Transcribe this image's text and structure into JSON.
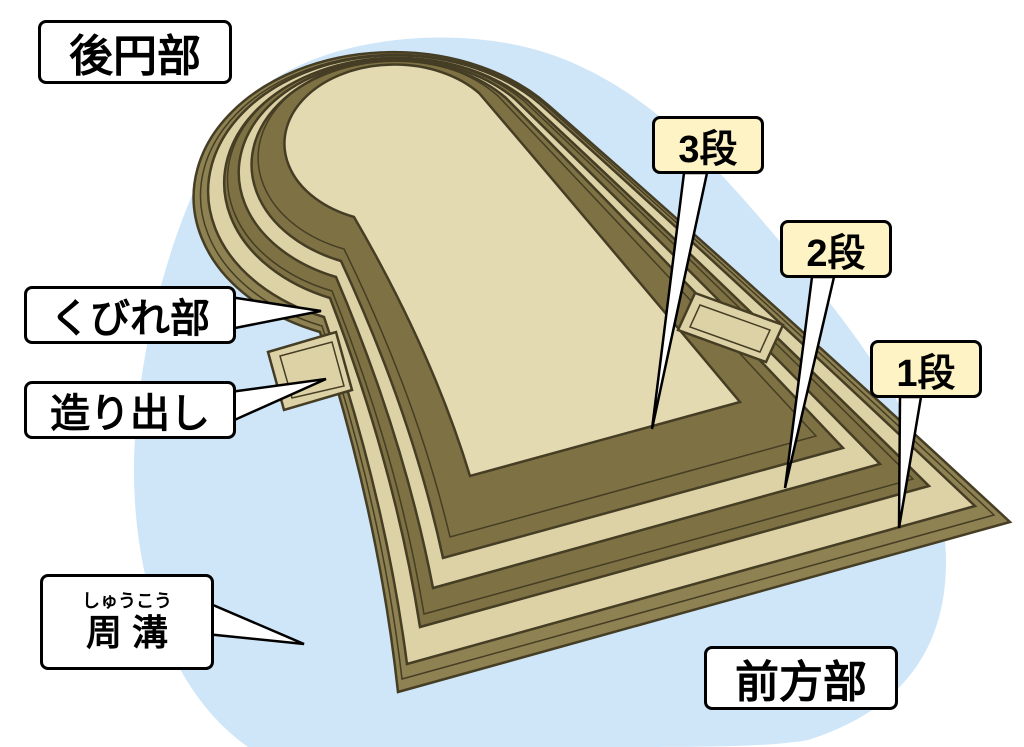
{
  "diagram": {
    "title": "keyhole-shaped-kofun-tomb-diagram",
    "labels": {
      "rear_circular": "後円部",
      "waist": "くびれ部",
      "projection": "造り出し",
      "moat_furigana": "しゅうこう",
      "moat": "周 溝",
      "front_square": "前方部",
      "tier3": "3段",
      "tier2": "2段",
      "tier1": "1段"
    },
    "colors": {
      "moat_blue": "#cfe6f8",
      "terrace_light": "#ddd2a6",
      "slope_dark": "#7e7244",
      "base_olive": "#8e8152",
      "top_light": "#e4dab1",
      "outline": "#453d24",
      "tier_label_bg": "#fdf3c4",
      "label_bg": "#ffffff",
      "label_border": "#000000"
    }
  }
}
